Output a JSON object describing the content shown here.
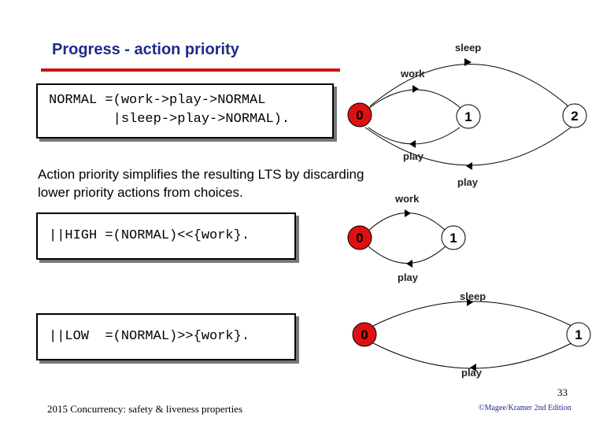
{
  "slide": {
    "title": "Progress - action priority",
    "code_normal_line1": "NORMAL =(work->play->NORMAL",
    "code_normal_line2": "        |sleep->play->NORMAL).",
    "paragraph": "Action priority simplifies the resulting LTS by discarding lower priority actions from choices.",
    "code_high": "||HIGH =(NORMAL)<<{work}.",
    "code_low": "||LOW  =(NORMAL)>>{work}.",
    "page_number": "33",
    "footer_left": "2015  Concurrency: safety & liveness properties",
    "footer_right": "©Magee/Kramer 2nd Edition"
  },
  "lts": {
    "normal": {
      "states": [
        "0",
        "1",
        "2"
      ],
      "labels": {
        "work": "work",
        "sleep": "sleep",
        "play_inner": "play",
        "play_outer": "play"
      }
    },
    "high": {
      "states": [
        "0",
        "1"
      ],
      "labels": {
        "work": "work",
        "play": "play"
      }
    },
    "low": {
      "states": [
        "0",
        "1"
      ],
      "labels": {
        "sleep": "sleep",
        "play": "play"
      }
    }
  },
  "colors": {
    "title": "#1f2a8c",
    "rule": "#cc1111",
    "state_initial": "#dd1111",
    "state_other": "#ffffff"
  }
}
